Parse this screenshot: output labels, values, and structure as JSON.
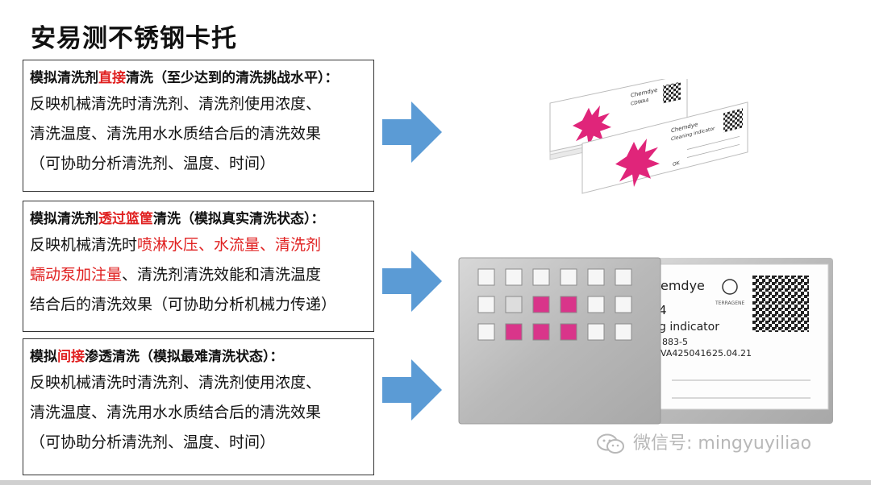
{
  "title": "安易测不锈钢卡托",
  "boxes": [
    {
      "head_a": "模拟清洗剂",
      "head_red": "直接",
      "head_b": "清洗（至少达到的清洗挑战水平）：",
      "lines": [
        "反映机械清洗时清洗剂、清洗剂使用浓度、",
        "清洗温度、清洗用水水质结合后的清洗效果",
        "（可协助分析清洗剂、温度、时间）"
      ]
    },
    {
      "head_a": "模拟清洗剂",
      "head_red": "透过篮筐",
      "head_b": "清洗（模拟真实清洗状态）：",
      "line1_a": "反映机械清洗时",
      "line1_red": "喷淋水压、水流量、清洗剂",
      "line2_red": "蠕动泵加注量",
      "line2_b": "、清洗剂清洗效能和清洗温度",
      "line3": "结合后的清洗效果（可协助分析机械力传递）"
    },
    {
      "head_a": "模拟",
      "head_red": "间接",
      "head_b": "渗透清洗（模拟最难清洗状态）：",
      "lines": [
        "反映机械清洗时清洗剂、清洗剂使用浓度、",
        "清洗温度、清洗用水水质结合后的清洗效果",
        "（可协助分析清洗剂、温度、时间）"
      ]
    }
  ],
  "card": {
    "brand": "Chemdye",
    "model": "CDWA4",
    "name": "Cleaning indicator",
    "code_a": "VA4250416",
    "date": "25.04.21",
    "ok": "OK",
    "tray_brand": "emdye",
    "tray_model": "4",
    "tray_name": "g indicator",
    "tray_code": "883-5",
    "tray_logo": "TERRAGENE"
  },
  "watermark": "微信号: mingyuyiliao",
  "colors": {
    "arrow": "#5b9bd5",
    "red": "#e02020",
    "splat": "#e0257a"
  }
}
